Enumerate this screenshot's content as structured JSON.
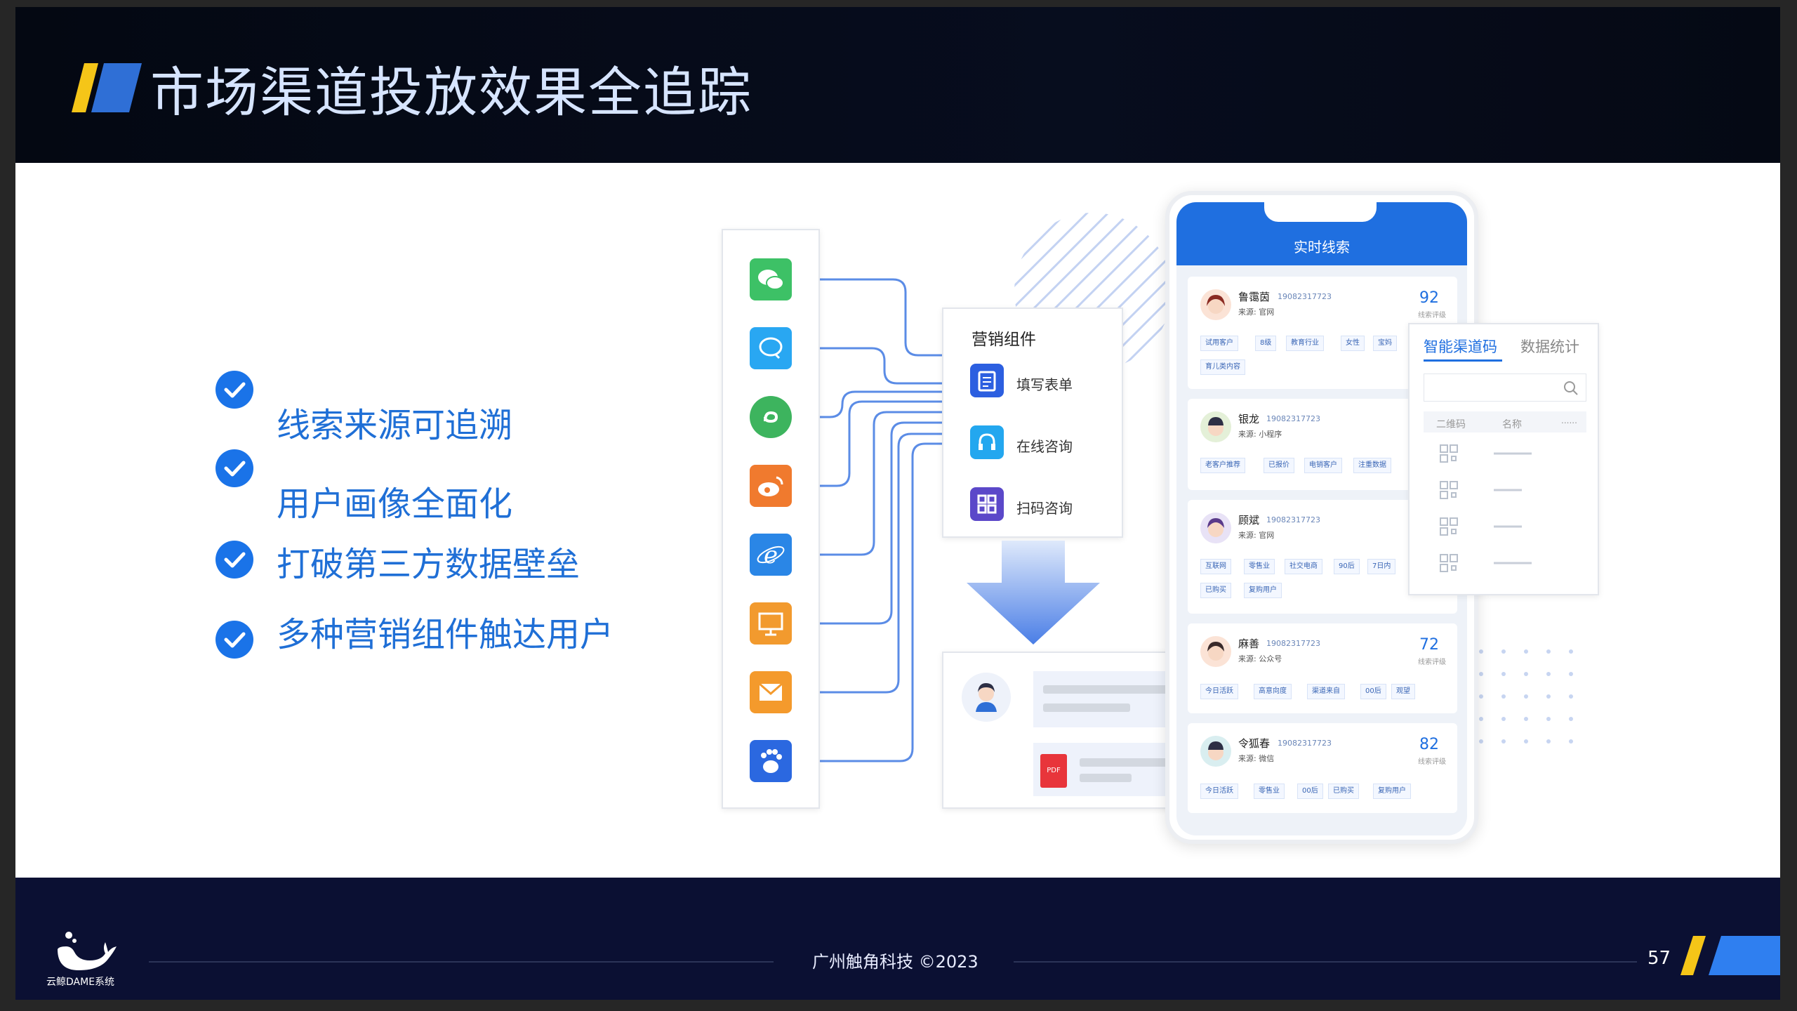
{
  "slide": {
    "title": "市场渠道投放效果全追踪",
    "bullets": [
      "线索来源可追溯",
      "用户画像全面化",
      "打破第三方数据壁垒",
      "多种营销组件触达用户"
    ]
  },
  "illustration": {
    "widget": {
      "title": "营销组件",
      "items": [
        "填写表单",
        "在线咨询",
        "扫码咨询"
      ]
    },
    "pdf_label": "PDF",
    "phone": {
      "header": "实时线索",
      "leads": [
        {
          "name": "鲁霭茵",
          "phone": "19082317723",
          "source": "来源: 官网",
          "score": "92",
          "score_label": "线索评级",
          "tags": [
            "试用客户",
            "8级",
            "教育行业",
            "女性",
            "宝妈",
            "育儿类内容"
          ]
        },
        {
          "name": "银龙",
          "phone": "19082317723",
          "source": "来源: 小程序",
          "score": "",
          "score_label": "",
          "tags": [
            "老客户推荐",
            "已报价",
            "电销客户",
            "注重数据"
          ]
        },
        {
          "name": "顾斌",
          "phone": "19082317723",
          "source": "来源: 官网",
          "score": "",
          "score_label": "",
          "tags": [
            "互联网",
            "零售业",
            "社交电商",
            "90后",
            "7日内",
            "已购买",
            "复购用户"
          ]
        },
        {
          "name": "麻善",
          "phone": "19082317723",
          "source": "来源: 公众号",
          "score": "72",
          "score_label": "线索评级",
          "tags": [
            "今日活跃",
            "高意向度",
            "渠道来自",
            "00后",
            "观望"
          ]
        },
        {
          "name": "令狐春",
          "phone": "19082317723",
          "source": "来源: 微信",
          "score": "82",
          "score_label": "线索评级",
          "tags": [
            "今日活跃",
            "零售业",
            "00后",
            "已购买",
            "复购用户"
          ]
        }
      ]
    },
    "channel_panel": {
      "tabs": [
        "智能渠道码",
        "数据统计"
      ],
      "columns": [
        "二维码",
        "名称",
        "......"
      ]
    }
  },
  "footer": {
    "brand": "云鲸DAME系统",
    "company": "广州触角科技 ©2023",
    "page": "57"
  },
  "colors": {
    "accent_blue": "#1a73e8",
    "accent_yellow": "#f5c518",
    "header_bg": "#050914",
    "footer_bg": "#0b1033"
  }
}
